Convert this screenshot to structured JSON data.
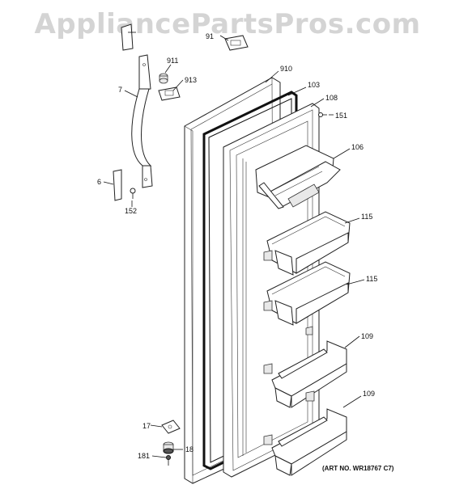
{
  "watermark": "AppliancePartsPros.com",
  "art_number": "(ART NO. WR18767 C7)",
  "callouts": {
    "c7": "7",
    "c6": "6",
    "c152": "152",
    "c911": "911",
    "c913": "913",
    "c910": "910",
    "c103": "103",
    "c108": "108",
    "c151": "151",
    "c106": "106",
    "c115a": "115",
    "c115b": "115",
    "c109a": "109",
    "c109b": "109",
    "c17": "17",
    "c18": "18",
    "c181": "181",
    "c91": "91"
  }
}
